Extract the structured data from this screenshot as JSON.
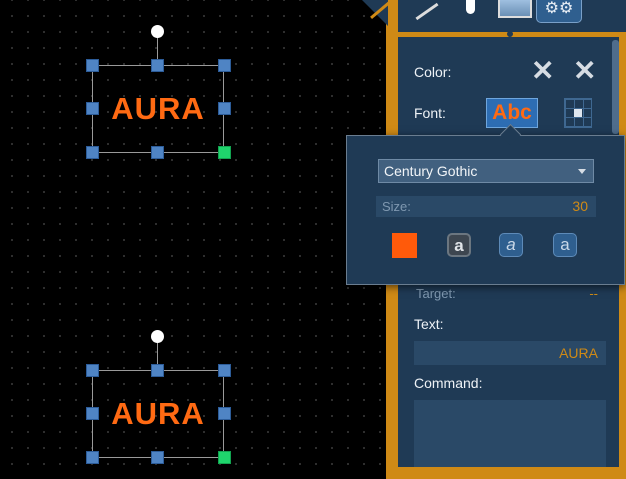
{
  "canvas": {
    "objects": [
      {
        "text": "AURA"
      },
      {
        "text": "AURA"
      }
    ]
  },
  "toolbar": {
    "tools": [
      "pen-icon",
      "brush-icon",
      "photo-icon",
      "gear-icon"
    ]
  },
  "properties": {
    "color_label": "Color:",
    "font_label": "Font:",
    "font_button": "Abc",
    "target_label": "Target:",
    "target_value": "--",
    "text_label": "Text:",
    "text_value": "AURA",
    "command_label": "Command:",
    "command_value": ""
  },
  "font_popover": {
    "font_name": "Century Gothic",
    "size_label": "Size:",
    "size_value": "30",
    "text_color": "#ff5a0a",
    "style_glyph": "a"
  },
  "colors": {
    "accent": "#cf8a16",
    "panel": "#1f3a55",
    "text_orange": "#ff6a13"
  }
}
